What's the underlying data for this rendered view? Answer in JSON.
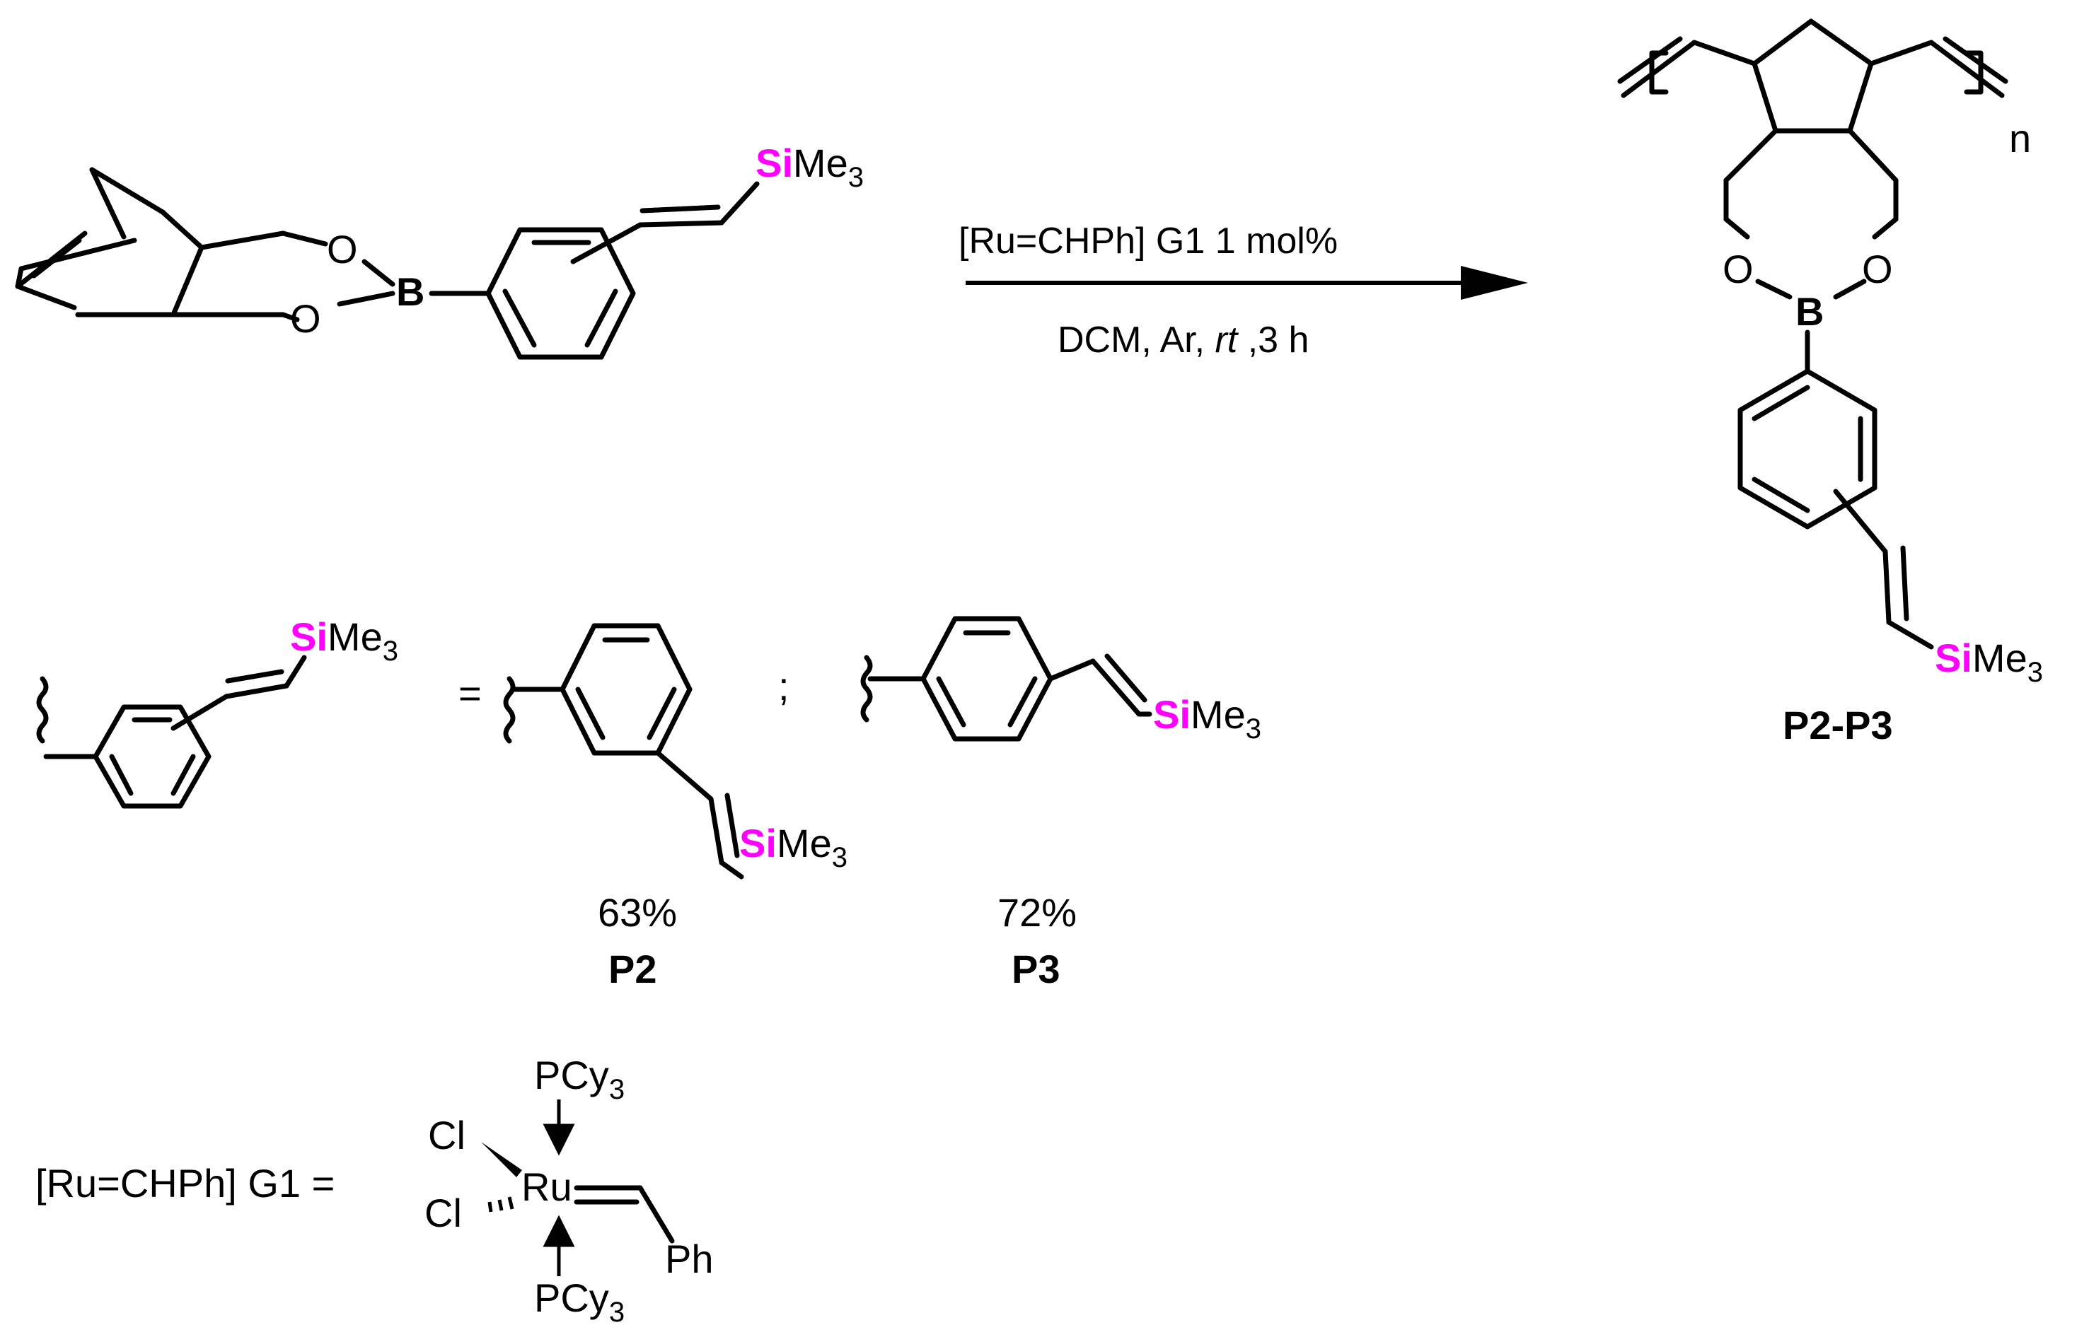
{
  "colors": {
    "silicon": "#ff00ff",
    "boron": "#0000ff",
    "ink": "#000000",
    "background": "#ffffff"
  },
  "atoms": {
    "Si": "Si",
    "Me": "Me",
    "sub3": "3",
    "B": "B",
    "O": "O",
    "n": "n",
    "Cl": "Cl",
    "Ru": "Ru",
    "P": "P",
    "Cy": "Cy",
    "Ph": "Ph"
  },
  "reaction": {
    "catalyst_line": "[Ru=CHPh] G1 1 mol%",
    "conditions_prefix": "DCM, Ar, ",
    "conditions_italic": "rt",
    "conditions_suffix": " ,3 h"
  },
  "legend": {
    "equals": "=",
    "separator": ";"
  },
  "products": [
    {
      "yield": "63%",
      "label": "P2"
    },
    {
      "yield": "72%",
      "label": "P3"
    }
  ],
  "product_range_label": "P2-P3",
  "catalyst_definition": "[Ru=CHPh] G1 ="
}
